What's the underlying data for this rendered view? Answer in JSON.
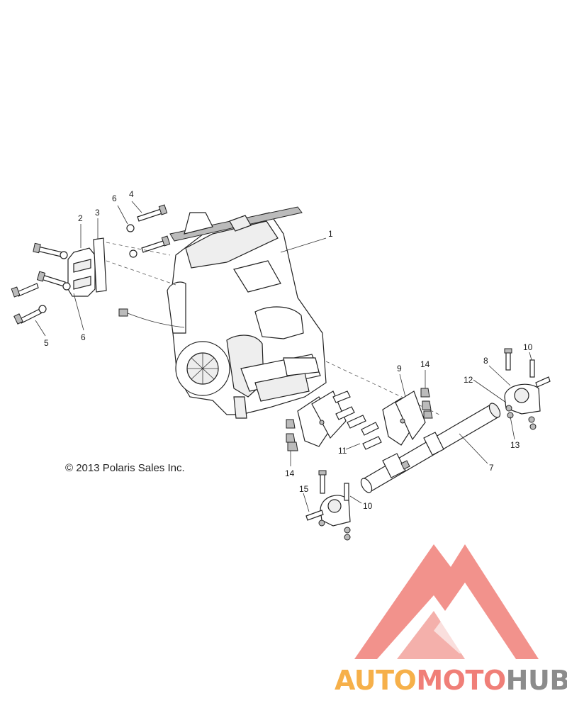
{
  "copyright": "© 2013 Polaris Sales Inc.",
  "callouts": [
    "1",
    "2",
    "3",
    "4",
    "5",
    "6",
    "6",
    "7",
    "8",
    "9",
    "10",
    "10",
    "11",
    "12",
    "13",
    "14",
    "14",
    "15"
  ],
  "logo": {
    "text_part1": "AUTO",
    "text_part2": "MOTO",
    "text_part3": "HUB",
    "colors": {
      "orange": "#f6b04a",
      "red": "#f07f78",
      "gray": "#8c8c8c"
    }
  }
}
